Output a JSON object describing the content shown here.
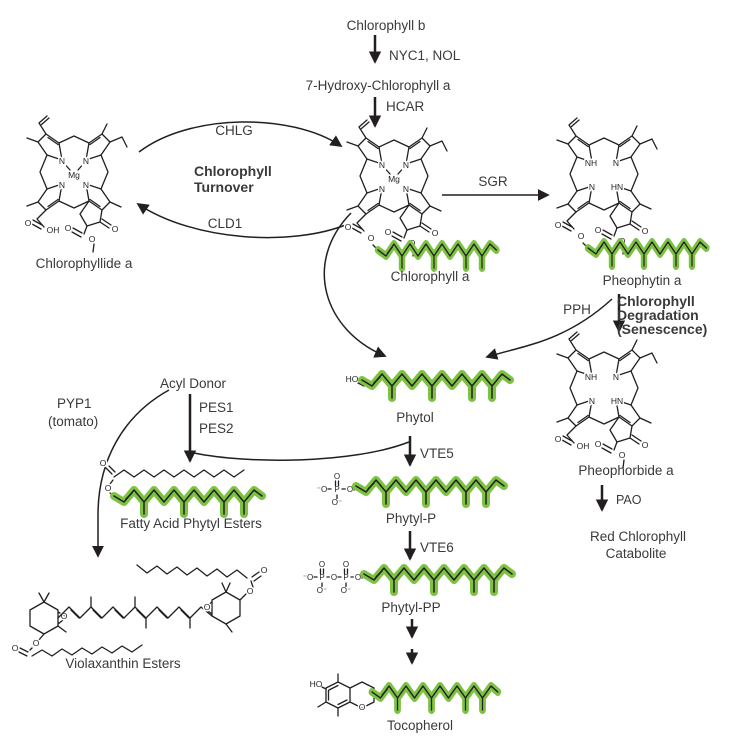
{
  "atoms": {
    "n": "N",
    "nh": "NH",
    "hn": "HN",
    "mg": "Mg",
    "o": "O",
    "oh": "OH",
    "ho": "HO",
    "p": "P",
    "o_minus": "O⁻",
    "minus_o": "⁻O"
  },
  "top": {
    "chlorophyll_b": "Chlorophyll b",
    "nyc1_nol": "NYC1, NOL",
    "hydroxy_chlorophyll_a": "7-Hydroxy-Chlorophyll a",
    "hcar": "HCAR"
  },
  "turnover": {
    "line1": "Chlorophyll",
    "line2": "Turnover",
    "chlg": "CHLG",
    "cld1": "CLD1",
    "color": "#5bb747"
  },
  "degradation": {
    "line1": "Chlorophyll",
    "line2": "Degradation",
    "line3": "(Senescence)",
    "color": "#ef9426"
  },
  "compounds": {
    "chlorophyllide_a": "Chlorophyllide a",
    "chlorophyll_a": "Chlorophyll a",
    "pheophytin_a": "Pheophytin a",
    "pheophorbide_a": "Pheophorbide a",
    "red_chlorophyll_catabolite_line1": "Red Chlorophyll",
    "red_chlorophyll_catabolite_line2": "Catabolite",
    "phytol": "Phytol",
    "acyl_donor": "Acyl Donor",
    "fatty_acid_phytyl_esters": "Fatty Acid Phytyl Esters",
    "violaxanthin_esters": "Violaxanthin Esters",
    "phytyl_p": "Phytyl-P",
    "phytyl_pp": "Phytyl-PP",
    "tocopherol": "Tocopherol"
  },
  "enzymes": {
    "sgr": "SGR",
    "pph": "PPH",
    "pao": "PAO",
    "pes1": "PES1",
    "pes2": "PES2",
    "vte5": "VTE5",
    "vte6": "VTE6",
    "pyp1": "PYP1",
    "pyp1_note": "(tomato)"
  },
  "colors": {
    "phytyl_highlight": "#7dc243",
    "line": "#231f20",
    "label": "#3a3a3a"
  }
}
